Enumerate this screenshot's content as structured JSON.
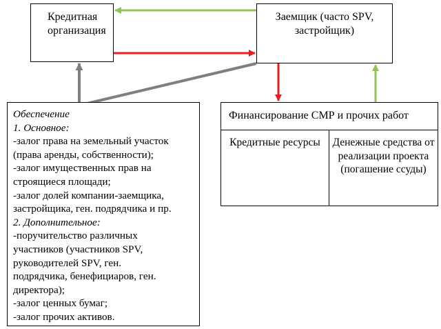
{
  "nodes": {
    "credit_org": {
      "line1": "Кредитная",
      "line2": "организация"
    },
    "borrower": {
      "text": "Заемщик (часто SPV, застройщик)"
    },
    "collateral": {
      "title": "Обеспечение",
      "lines": [
        "1. Основное:",
        "-залог права на земельный участок",
        "(права аренды, собственности);",
        "-залог имущественных прав на",
        "строящиеся площади;",
        "-залог долей компании-заемщика,",
        "застройщика, ген. подрядчика и пр.",
        "2. Дополнительное:",
        "-поручительство различных",
        "участников (участников SPV,",
        "руководителей SPV, ген.",
        "подрядчика, бенефициаров, ген.",
        "директора);",
        "-залог ценных бумаг;",
        "-залог прочих активов."
      ]
    },
    "financing": {
      "title": "Финансирование СМР и прочих работ",
      "left": "Кредитные ресурсы",
      "right": "Денежные средства от реализации проекта (погашение ссуды)"
    }
  },
  "colors": {
    "red_arrow": "#ee1c1c",
    "green_arrow": "#92c353",
    "gray_arrow": "#7f7f7f",
    "border": "#000000"
  }
}
